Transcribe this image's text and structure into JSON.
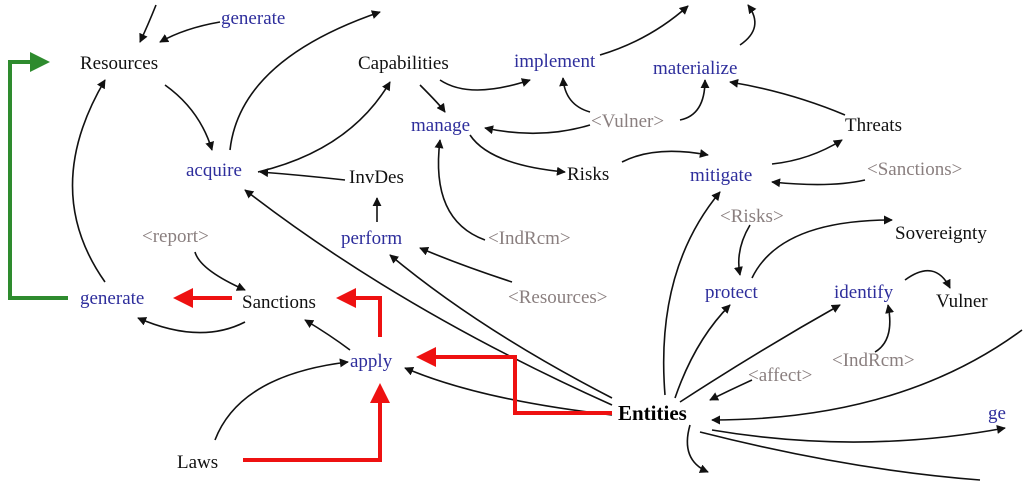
{
  "nodes": {
    "resources": "Resources",
    "generate_top": "generate",
    "capabilities": "Capabilities",
    "implement": "implement",
    "materialize": "materialize",
    "manage": "manage",
    "vulner_shadow": "<Vulner>",
    "threats": "Threats",
    "acquire": "acquire",
    "invdes": "InvDes",
    "risks": "Risks",
    "mitigate": "mitigate",
    "sanctions_shadow": "<Sanctions>",
    "risks_shadow": "<Risks>",
    "report_shadow": "<report>",
    "indrcm_shadow_1": "<IndRcm>",
    "perform": "perform",
    "sovereignty": "Sovereignty",
    "protect": "protect",
    "identify": "identify",
    "vulner": "Vulner",
    "resources_shadow": "<Resources>",
    "generate_left": "generate",
    "sanctions": "Sanctions",
    "affect_shadow": "<affect>",
    "indrcm_shadow_2": "<IndRcm>",
    "apply": "apply",
    "entities": "Entities",
    "generate_cut": "ge",
    "laws": "Laws"
  },
  "colors": {
    "stock": "#111111",
    "verb": "#2e2e9c",
    "shadow": "#8a7f7f",
    "highlight_red": "#ee1111",
    "highlight_green": "#2e8b2e"
  }
}
